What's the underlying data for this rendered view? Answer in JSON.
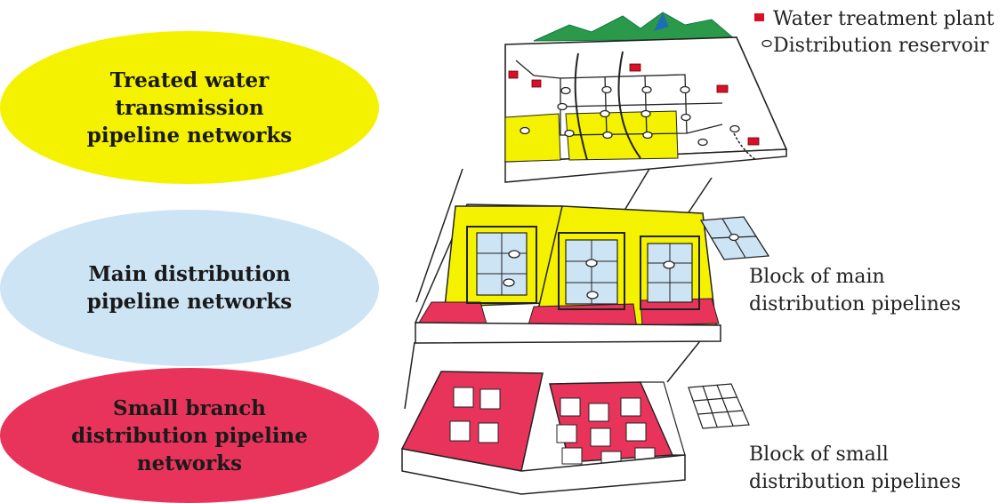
{
  "layers": {
    "top": {
      "label": "Treated water\ntransmission\npipeline networks",
      "color": "#f5f200"
    },
    "middle": {
      "label": "Main distribution\npipeline networks",
      "color": "#cde4f5"
    },
    "bottom": {
      "label": "Small branch\ndistribution pipeline\nnetworks",
      "color": "#e8345a"
    }
  },
  "legend": {
    "water_treatment_plant": "Water treatment plant",
    "distribution_reservoir": "Distribution reservoir"
  },
  "block_labels": {
    "main": "Block of main\ndistribution pipelines",
    "small": "Block of small\ndistribution pipelines"
  },
  "colors": {
    "yellow": "#f5f200",
    "pink": "#e8345a",
    "light_blue": "#cde4f5",
    "red": "#d8102a",
    "green": "#2a9a4a"
  }
}
